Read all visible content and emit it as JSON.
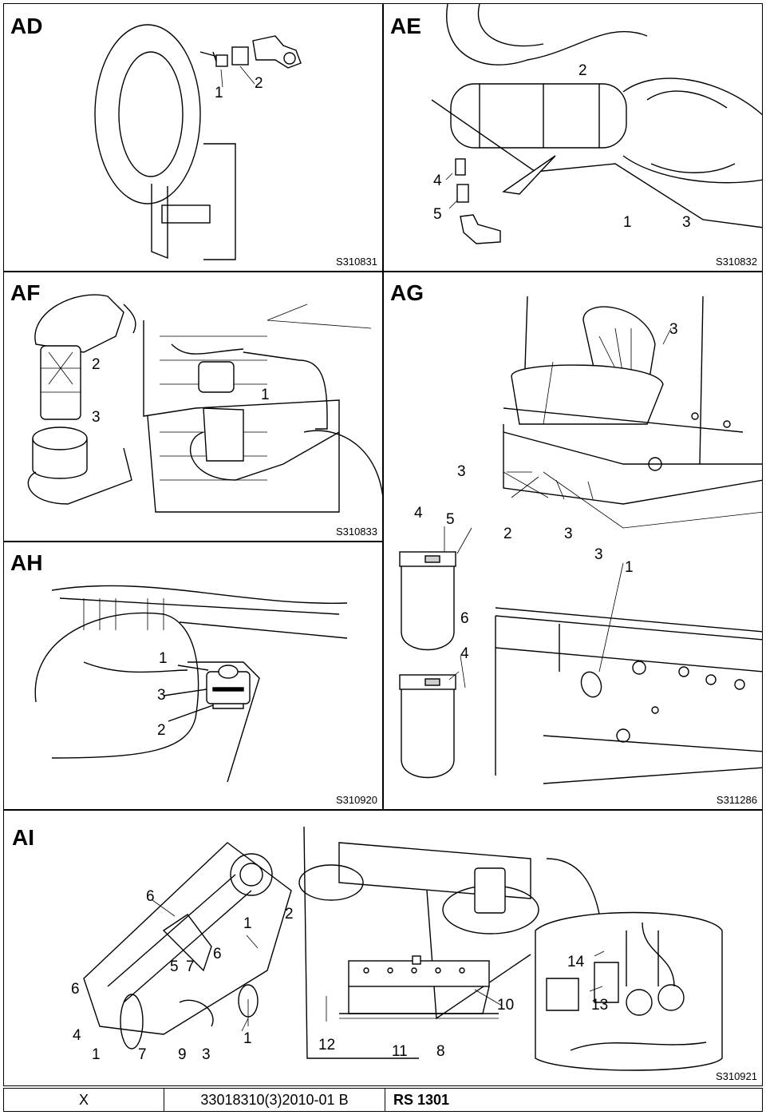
{
  "panels": {
    "ad": {
      "label": "AD",
      "ref": "S310831",
      "callouts": [
        "1",
        "2"
      ]
    },
    "ae": {
      "label": "AE",
      "ref": "S310832",
      "callouts": [
        "2",
        "4",
        "5",
        "1",
        "3"
      ]
    },
    "af": {
      "label": "AF",
      "ref": "S310833",
      "callouts": [
        "2",
        "1",
        "3"
      ]
    },
    "ag": {
      "label": "AG",
      "ref": "S311286",
      "callouts": [
        "3",
        "3",
        "4",
        "5",
        "2",
        "3",
        "3",
        "1",
        "6",
        "4"
      ]
    },
    "ah": {
      "label": "AH",
      "ref": "S310920",
      "callouts": [
        "1",
        "3",
        "2"
      ]
    },
    "ai": {
      "label": "AI",
      "ref": "S310921",
      "callouts": [
        "6",
        "1",
        "2",
        "5",
        "7",
        "6",
        "6",
        "4",
        "1",
        "7",
        "9",
        "3",
        "1",
        "10",
        "12",
        "11",
        "8",
        "14",
        "13"
      ]
    }
  },
  "footer": {
    "col1": "X",
    "col2": "33018310(3)2010-01 B",
    "col3": "RS 1301"
  }
}
